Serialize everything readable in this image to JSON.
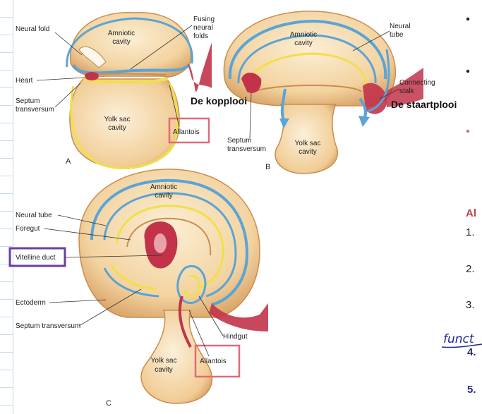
{
  "panelA": {
    "letter": "A",
    "labels": {
      "neural_fold": "Neural fold",
      "amniotic_1": "Amniotic",
      "amniotic_2": "cavity",
      "fusing_1": "Fusing",
      "fusing_2": "neural",
      "fusing_3": "folds",
      "heart": "Heart",
      "septum_1": "Septum",
      "septum_2": "transversum",
      "yolk_1": "Yolk sac",
      "yolk_2": "cavity",
      "allantois": "Allantois"
    }
  },
  "panelB": {
    "letter": "B",
    "labels": {
      "amniotic_1": "Amniotic",
      "amniotic_2": "cavity",
      "neural_1": "Neural",
      "neural_2": "tube",
      "connecting_1": "Connecting",
      "connecting_2": "stalk",
      "kopplooi": "De kopplooi",
      "staartplooi": "De staartplooi",
      "septum_1": "Septum",
      "septum_2": "transversum",
      "yolk_1": "Yolk sac",
      "yolk_2": "cavity"
    }
  },
  "panelC": {
    "letter": "C",
    "labels": {
      "amniotic_1": "Amniotic",
      "amniotic_2": "cavity",
      "neural_tube": "Neural tube",
      "foregut": "Foregut",
      "vitelline": "Vitelline duct",
      "ectoderm": "Ectoderm",
      "septum": "Septum transversum",
      "hindgut": "Hindgut",
      "yolk_1": "Yolk sac",
      "yolk_2": "cavity",
      "allantois": "Allantois"
    }
  },
  "side": {
    "heading": "Al",
    "n1": "1.",
    "n2": "2.",
    "n3": "3.",
    "handwriting": "funct",
    "n4": "4.",
    "n5": "5."
  },
  "colors": {
    "tissue": "#f6dcae",
    "tissue_edge": "#c98d4e",
    "ectoderm": "#5aa4d6",
    "endoderm": "#f0e04a",
    "blood": "#c2334a",
    "box_pink": "#e06a78",
    "box_purple": "#6a3ea8",
    "handwriting": "#1b2a9a"
  }
}
